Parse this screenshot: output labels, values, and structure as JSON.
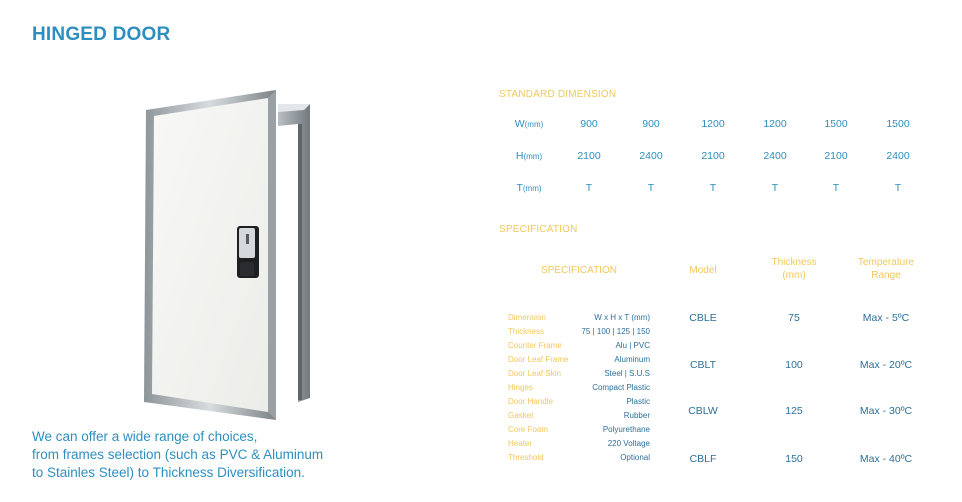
{
  "title": "HINGED DOOR",
  "description_lines": [
    "We can offer a wide range of choices,",
    "from frames selection (such as PVC & Aluminum",
    "to Stainles Steel) to Thickness Diversification."
  ],
  "standard_dimension": {
    "label": "STANDARD DIMENSION",
    "rows": [
      {
        "name": "W",
        "unit": "(mm)",
        "values": [
          "900",
          "900",
          "1200",
          "1200",
          "1500",
          "1500"
        ]
      },
      {
        "name": "H",
        "unit": "(mm)",
        "values": [
          "2100",
          "2400",
          "2100",
          "2400",
          "2100",
          "2400"
        ]
      },
      {
        "name": "T",
        "unit": "(mm)",
        "values": [
          "T",
          "T",
          "T",
          "T",
          "T",
          "T"
        ]
      }
    ]
  },
  "specification": {
    "label": "SPECIFICATION",
    "headers": {
      "spec": "SPECIFICATION",
      "model": "Model",
      "thickness_line1": "Thickness",
      "thickness_line2": "(mm)",
      "temp_line1": "Temperature",
      "temp_line2": "Range"
    },
    "items": [
      {
        "key": "Dimension",
        "value": "W x H x T (mm)"
      },
      {
        "key": "Thickness",
        "value": "75 | 100 | 125 | 150"
      },
      {
        "key": "Counter Frame",
        "value": "Alu | PVC"
      },
      {
        "key": "Door Leaf Frame",
        "value": "Aluminum"
      },
      {
        "key": "Door Leaf Skin",
        "value": "Steel | S.U.S"
      },
      {
        "key": "Hinges",
        "value": "Compact Plastic"
      },
      {
        "key": "Door Handle",
        "value": "Plastic"
      },
      {
        "key": "Gasket",
        "value": "Rubber"
      },
      {
        "key": "Core Foam",
        "value": "Polyurethane"
      },
      {
        "key": "Heater",
        "value": "220 Voltage"
      },
      {
        "key": "Threshold",
        "value": "Optional"
      }
    ],
    "models": [
      {
        "model": "CBLE",
        "thickness": "75",
        "temp": "Max - 5ºC"
      },
      {
        "model": "CBLT",
        "thickness": "100",
        "temp": "Max - 20ºC"
      },
      {
        "model": "CBLW",
        "thickness": "125",
        "temp": "Max - 30ºC"
      },
      {
        "model": "CBLF",
        "thickness": "150",
        "temp": "Max - 40ºC"
      }
    ]
  },
  "colors": {
    "title_blue": "#2d8fbf",
    "label_yellow": "#f2c85b",
    "value_blue": "#2d6f99"
  }
}
